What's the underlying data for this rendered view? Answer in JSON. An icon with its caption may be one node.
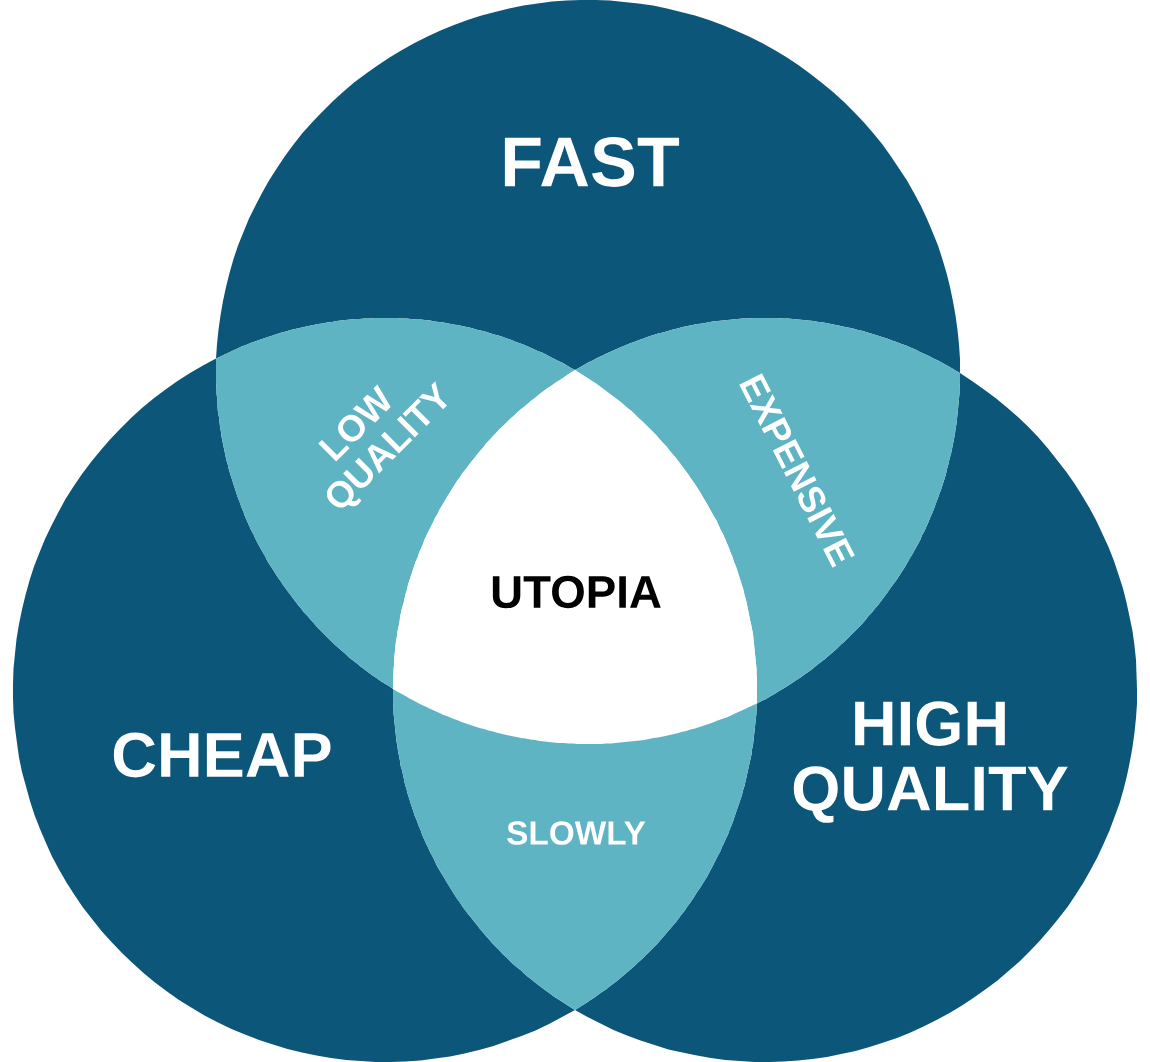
{
  "diagram": {
    "nodes": [
      {
        "text": [
          "FAST"
        ]
      },
      {
        "text": [
          "CHEAP"
        ]
      },
      {
        "text": [
          "HIGH QUALITY"
        ]
      },
      {
        "text": [
          "LOW QUALITY"
        ]
      },
      {
        "text": [
          "EXPENSIVE"
        ]
      },
      {
        "text": [
          "UTOPIA"
        ]
      },
      {
        "text": [
          "SLOWLY"
        ]
      }
    ]
  }
}
